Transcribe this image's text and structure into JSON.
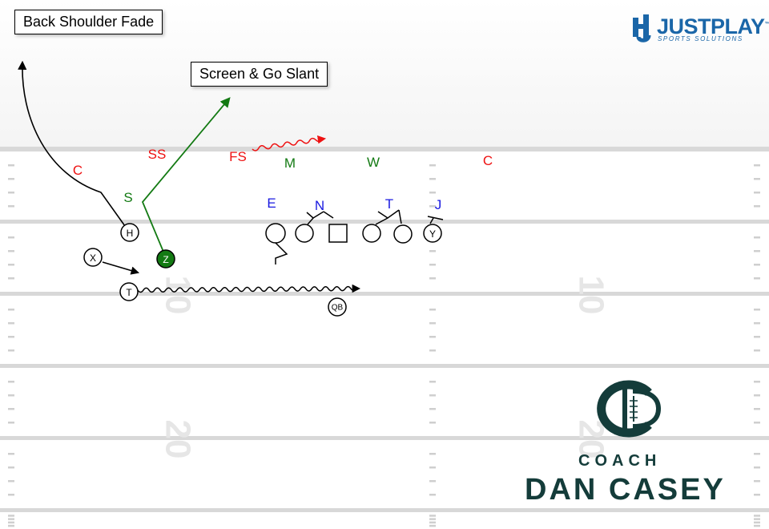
{
  "callouts": {
    "back_shoulder_fade": "Back Shoulder Fade",
    "screen_go_slant": "Screen & Go Slant"
  },
  "field": {
    "yard_numbers": [
      "10",
      "20"
    ]
  },
  "offense": {
    "receivers": {
      "h": "H",
      "x": "X",
      "z": "Z",
      "t": "T",
      "y": "Y",
      "qb": "QB"
    }
  },
  "defense": {
    "c_left": "C",
    "ss": "SS",
    "fs": "FS",
    "m": "M",
    "w": "W",
    "c_right": "C",
    "s": "S",
    "e": "E",
    "n": "N",
    "t": "T",
    "j": "J"
  },
  "branding": {
    "justplay_name": "JUSTPLAY",
    "justplay_tm": "™",
    "justplay_sub": "SPORTS SOLUTIONS",
    "coach_word": "COACH",
    "coach_name": "DAN CASEY"
  },
  "colors": {
    "defense_red": "#ee1111",
    "defense_green": "#137a13",
    "defense_blue": "#1a1ae0",
    "route_green": "#137a13",
    "brand_blue": "#1a66a8",
    "brand_dark": "#143c3a"
  }
}
